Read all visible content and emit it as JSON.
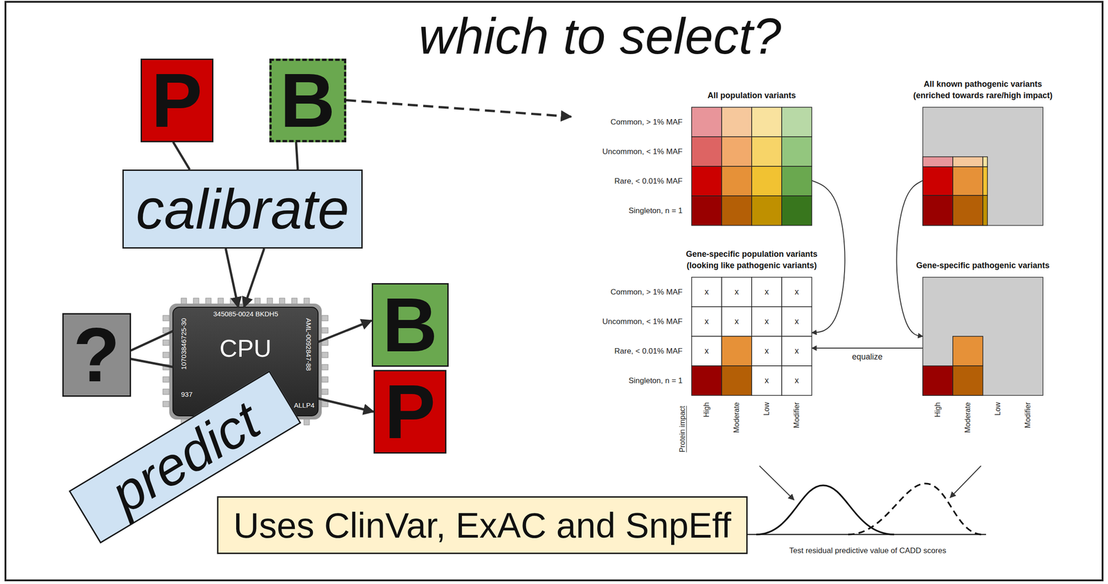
{
  "diagram": {
    "title": "which to select?",
    "nodes": [
      {
        "text": [
          "P"
        ]
      },
      {
        "text": [
          "B"
        ]
      },
      {
        "text": [
          "calibrate"
        ]
      },
      {
        "text": [
          "?"
        ]
      },
      {
        "text": [
          "CPU"
        ]
      },
      {
        "text": [
          "B"
        ]
      },
      {
        "text": [
          "P"
        ]
      },
      {
        "text": [
          "predict"
        ]
      },
      {
        "text": [
          "Uses ClinVar, ExAC and SnpEff"
        ]
      },
      {
        "text": [
          "All population variants"
        ]
      },
      {
        "text": [
          "All known pathogenic variants (enriched towards rare/high impact)"
        ]
      },
      {
        "text": [
          "Gene-specific population variants (looking like pathogenic variants)"
        ]
      },
      {
        "text": [
          "Gene-specific pathogenic variants"
        ]
      }
    ],
    "edges": [
      {
        "from": 0,
        "to": 2,
        "arrow": "none"
      },
      {
        "from": 1,
        "to": 2,
        "arrow": "none"
      },
      {
        "from": 1,
        "to": 9,
        "arrow": "to"
      },
      {
        "from": 2,
        "to": 4,
        "arrow": "to"
      },
      {
        "from": 2,
        "to": 4,
        "arrow": "to"
      },
      {
        "from": 3,
        "to": 4,
        "arrow": "none"
      },
      {
        "from": 3,
        "to": 4,
        "arrow": "none"
      },
      {
        "from": 4,
        "to": 5,
        "arrow": "to"
      },
      {
        "from": 4,
        "to": 6,
        "arrow": "to"
      },
      {
        "from": 9,
        "to": 11,
        "arrow": "to"
      },
      {
        "from": 10,
        "to": 12,
        "arrow": "to"
      },
      {
        "from": 12,
        "to": 11,
        "label": "equalize",
        "arrow": "to"
      }
    ],
    "labels": [
      "345085-0024 BKDH5",
      "10703846725-30",
      "AML-0092847-88",
      "937",
      "ALLP4",
      "Common, > 1% MAF",
      "Uncommon, < 1% MAF",
      "Rare, < 0.01% MAF",
      "Singleton, n = 1",
      "Common, > 1% MAF",
      "Uncommon, < 1% MAF",
      "Rare, < 0.01% MAF",
      "Singleton, n = 1",
      "x",
      "x",
      "x",
      "x",
      "x",
      "x",
      "x",
      "x",
      "x",
      "x",
      "x",
      "x",
      "x",
      "Protein impact",
      "High",
      "Moderate",
      "Low",
      "Modifier",
      "High",
      "Moderate",
      "Low",
      "Modifier",
      "Test residual predictive value of CADD scores"
    ]
  }
}
